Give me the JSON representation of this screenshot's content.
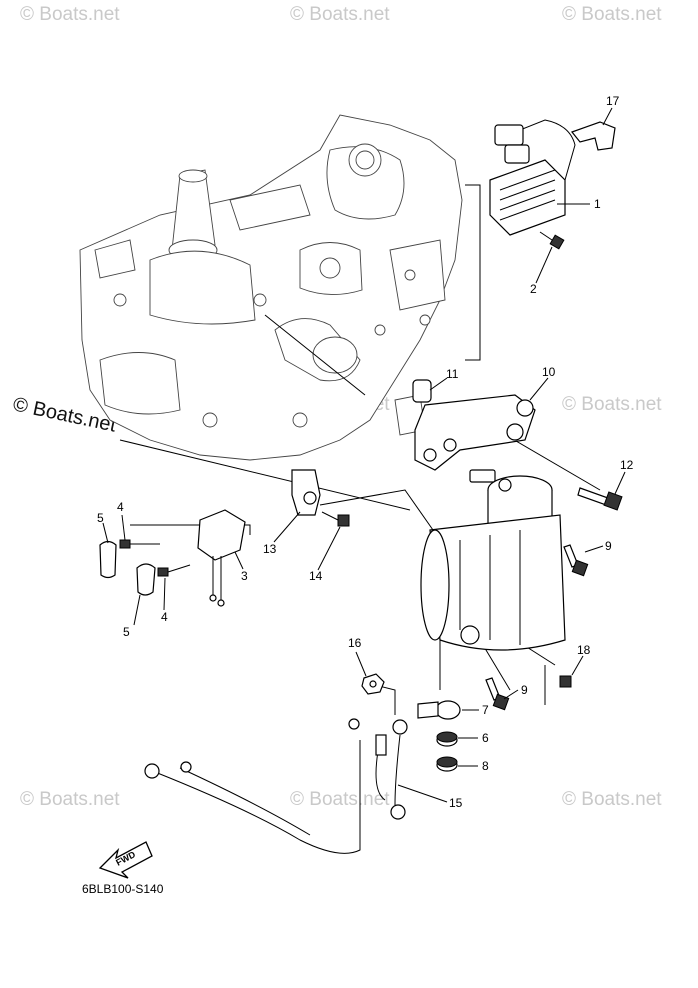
{
  "diagram": {
    "drawing_code": "6BLB100-S140",
    "fwd_label": "FWD",
    "watermark": "Boats.net",
    "watermark_prefix": "©",
    "callouts": [
      "17",
      "1",
      "2",
      "11",
      "10",
      "12",
      "4",
      "5",
      "3",
      "13",
      "14",
      "9",
      "5",
      "4",
      "16",
      "18",
      "9",
      "7",
      "6",
      "8",
      "15"
    ]
  }
}
